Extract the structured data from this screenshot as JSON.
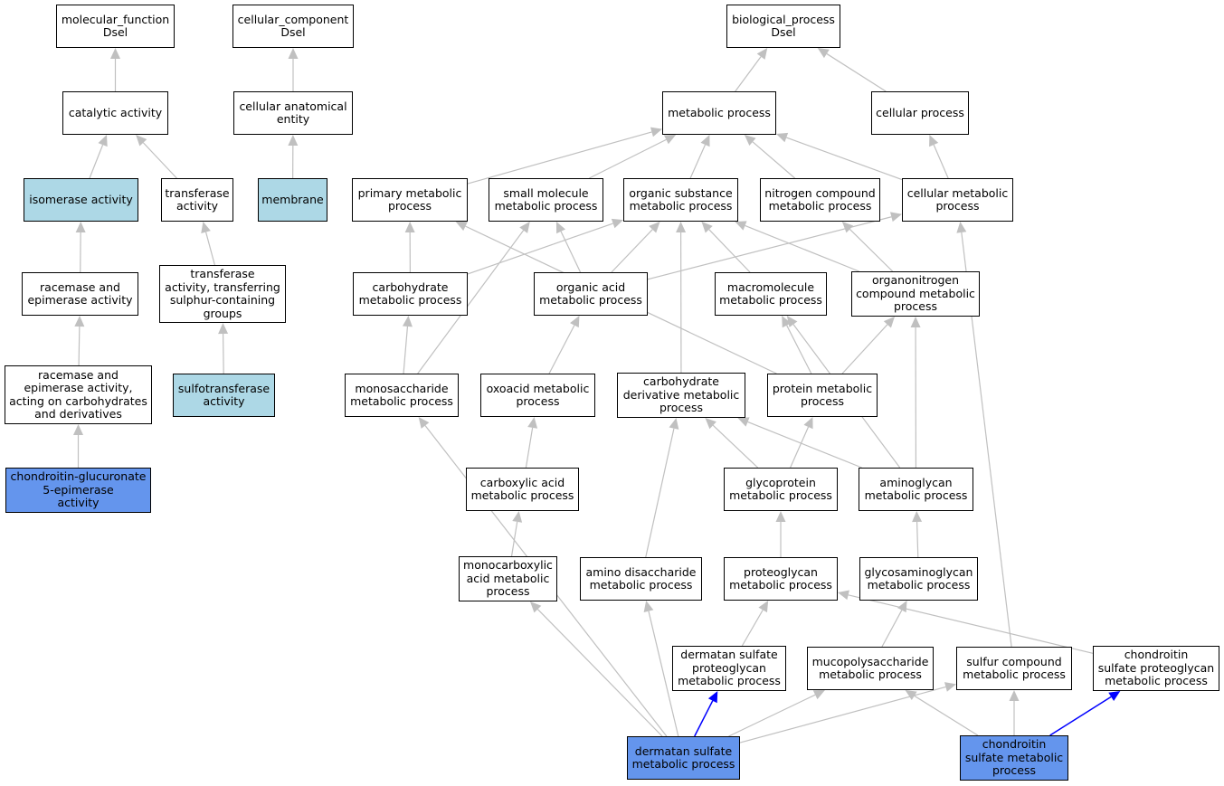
{
  "colors": {
    "edge": "#c0c0c0",
    "edge_highlight": "#0000ff",
    "node_default": "#ffffff",
    "node_light": "#add8e6",
    "node_highlight": "#6495ed"
  },
  "nodes": {
    "mf_root": {
      "label": "molecular_function\nDsel",
      "style": "default"
    },
    "cc_root": {
      "label": "cellular_component\nDsel",
      "style": "default"
    },
    "bp_root": {
      "label": "biological_process\nDsel",
      "style": "default"
    },
    "catalytic": {
      "label": "catalytic activity",
      "style": "default"
    },
    "cell_anat": {
      "label": "cellular anatomical\nentity",
      "style": "default"
    },
    "metabolic": {
      "label": "metabolic process",
      "style": "default"
    },
    "cellular_proc": {
      "label": "cellular process",
      "style": "default"
    },
    "isomerase": {
      "label": "isomerase activity",
      "style": "light"
    },
    "transferase": {
      "label": "transferase\nactivity",
      "style": "default"
    },
    "membrane": {
      "label": "membrane",
      "style": "light"
    },
    "primary_met": {
      "label": "primary metabolic\nprocess",
      "style": "default"
    },
    "small_mol": {
      "label": "small molecule\nmetabolic process",
      "style": "default"
    },
    "org_subst": {
      "label": "organic substance\nmetabolic process",
      "style": "default"
    },
    "nitrogen": {
      "label": "nitrogen compound\nmetabolic process",
      "style": "default"
    },
    "cellular_met": {
      "label": "cellular metabolic\nprocess",
      "style": "default"
    },
    "racemase": {
      "label": "racemase and\nepimerase activity",
      "style": "default"
    },
    "transf_sulphur": {
      "label": "transferase\nactivity, transferring\nsulphur-containing\ngroups",
      "style": "default"
    },
    "carb_met": {
      "label": "carbohydrate\nmetabolic process",
      "style": "default"
    },
    "org_acid": {
      "label": "organic acid\nmetabolic process",
      "style": "default"
    },
    "macromol": {
      "label": "macromolecule\nmetabolic process",
      "style": "default"
    },
    "organonitrogen": {
      "label": "organonitrogen\ncompound metabolic\nprocess",
      "style": "default"
    },
    "racemase_carb": {
      "label": "racemase and\nepimerase activity,\nacting on carbohydrates\nand derivatives",
      "style": "default"
    },
    "sulfotransferase": {
      "label": "sulfotransferase\nactivity",
      "style": "light"
    },
    "monosacch": {
      "label": "monosaccharide\nmetabolic process",
      "style": "default"
    },
    "oxoacid": {
      "label": "oxoacid metabolic\nprocess",
      "style": "default"
    },
    "carb_deriv": {
      "label": "carbohydrate\nderivative metabolic\nprocess",
      "style": "default"
    },
    "protein_met": {
      "label": "protein metabolic\nprocess",
      "style": "default"
    },
    "chondroitin_epimerase": {
      "label": "chondroitin-glucuronate\n5-epimerase\nactivity",
      "style": "highlight"
    },
    "carboxylic": {
      "label": "carboxylic acid\nmetabolic process",
      "style": "default"
    },
    "glycoprotein": {
      "label": "glycoprotein\nmetabolic process",
      "style": "default"
    },
    "aminoglycan": {
      "label": "aminoglycan\nmetabolic process",
      "style": "default"
    },
    "monocarboxylic": {
      "label": "monocarboxylic\nacid metabolic\nprocess",
      "style": "default"
    },
    "amino_disacch": {
      "label": "amino disaccharide\nmetabolic process",
      "style": "default"
    },
    "proteoglycan": {
      "label": "proteoglycan\nmetabolic process",
      "style": "default"
    },
    "gag": {
      "label": "glycosaminoglycan\nmetabolic process",
      "style": "default"
    },
    "dermatan_proteo": {
      "label": "dermatan sulfate\nproteoglycan\nmetabolic process",
      "style": "default"
    },
    "mucopoly": {
      "label": "mucopolysaccharide\nmetabolic process",
      "style": "default"
    },
    "sulfur": {
      "label": "sulfur compound\nmetabolic process",
      "style": "default"
    },
    "chondroitin_proteo": {
      "label": "chondroitin\nsulfate proteoglycan\nmetabolic process",
      "style": "default"
    },
    "dermatan": {
      "label": "dermatan sulfate\nmetabolic process",
      "style": "highlight"
    },
    "chondroitin": {
      "label": "chondroitin\nsulfate metabolic\nprocess",
      "style": "highlight"
    }
  },
  "edges": [
    {
      "from": "catalytic",
      "to": "mf_root",
      "highlight": false
    },
    {
      "from": "cell_anat",
      "to": "cc_root",
      "highlight": false
    },
    {
      "from": "metabolic",
      "to": "bp_root",
      "highlight": false
    },
    {
      "from": "cellular_proc",
      "to": "bp_root",
      "highlight": false
    },
    {
      "from": "isomerase",
      "to": "catalytic",
      "highlight": false
    },
    {
      "from": "transferase",
      "to": "catalytic",
      "highlight": false
    },
    {
      "from": "membrane",
      "to": "cell_anat",
      "highlight": false
    },
    {
      "from": "primary_met",
      "to": "metabolic",
      "highlight": false
    },
    {
      "from": "small_mol",
      "to": "metabolic",
      "highlight": false
    },
    {
      "from": "org_subst",
      "to": "metabolic",
      "highlight": false
    },
    {
      "from": "nitrogen",
      "to": "metabolic",
      "highlight": false
    },
    {
      "from": "cellular_met",
      "to": "metabolic",
      "highlight": false
    },
    {
      "from": "cellular_met",
      "to": "cellular_proc",
      "highlight": false
    },
    {
      "from": "racemase",
      "to": "isomerase",
      "highlight": false
    },
    {
      "from": "transf_sulphur",
      "to": "transferase",
      "highlight": false
    },
    {
      "from": "carb_met",
      "to": "primary_met",
      "highlight": false
    },
    {
      "from": "carb_met",
      "to": "org_subst",
      "highlight": false
    },
    {
      "from": "org_acid",
      "to": "org_subst",
      "highlight": false
    },
    {
      "from": "org_acid",
      "to": "small_mol",
      "highlight": false
    },
    {
      "from": "org_acid",
      "to": "cellular_met",
      "highlight": false
    },
    {
      "from": "macromol",
      "to": "org_subst",
      "highlight": false
    },
    {
      "from": "organonitrogen",
      "to": "org_subst",
      "highlight": false
    },
    {
      "from": "organonitrogen",
      "to": "nitrogen",
      "highlight": false
    },
    {
      "from": "racemase_carb",
      "to": "racemase",
      "highlight": false
    },
    {
      "from": "sulfotransferase",
      "to": "transf_sulphur",
      "highlight": false
    },
    {
      "from": "monosacch",
      "to": "carb_met",
      "highlight": false
    },
    {
      "from": "monosacch",
      "to": "small_mol",
      "highlight": false
    },
    {
      "from": "oxoacid",
      "to": "org_acid",
      "highlight": false
    },
    {
      "from": "carb_deriv",
      "to": "org_subst",
      "highlight": false
    },
    {
      "from": "protein_met",
      "to": "macromol",
      "highlight": false
    },
    {
      "from": "protein_met",
      "to": "organonitrogen",
      "highlight": false
    },
    {
      "from": "protein_met",
      "to": "primary_met",
      "highlight": false
    },
    {
      "from": "chondroitin_epimerase",
      "to": "racemase_carb",
      "highlight": false
    },
    {
      "from": "carboxylic",
      "to": "oxoacid",
      "highlight": false
    },
    {
      "from": "glycoprotein",
      "to": "carb_deriv",
      "highlight": false
    },
    {
      "from": "glycoprotein",
      "to": "protein_met",
      "highlight": false
    },
    {
      "from": "aminoglycan",
      "to": "carb_deriv",
      "highlight": false
    },
    {
      "from": "aminoglycan",
      "to": "macromol",
      "highlight": false
    },
    {
      "from": "aminoglycan",
      "to": "organonitrogen",
      "highlight": false
    },
    {
      "from": "monocarboxylic",
      "to": "carboxylic",
      "highlight": false
    },
    {
      "from": "amino_disacch",
      "to": "carb_deriv",
      "highlight": false
    },
    {
      "from": "proteoglycan",
      "to": "glycoprotein",
      "highlight": false
    },
    {
      "from": "gag",
      "to": "aminoglycan",
      "highlight": false
    },
    {
      "from": "dermatan_proteo",
      "to": "proteoglycan",
      "highlight": false
    },
    {
      "from": "mucopoly",
      "to": "gag",
      "highlight": false
    },
    {
      "from": "sulfur",
      "to": "cellular_met",
      "highlight": false
    },
    {
      "from": "chondroitin_proteo",
      "to": "proteoglycan",
      "highlight": false
    },
    {
      "from": "dermatan",
      "to": "dermatan_proteo",
      "highlight": true
    },
    {
      "from": "dermatan",
      "to": "mucopoly",
      "highlight": false
    },
    {
      "from": "dermatan",
      "to": "sulfur",
      "highlight": false
    },
    {
      "from": "dermatan",
      "to": "monosacch",
      "highlight": false
    },
    {
      "from": "dermatan",
      "to": "monocarboxylic",
      "highlight": false
    },
    {
      "from": "dermatan",
      "to": "amino_disacch",
      "highlight": false
    },
    {
      "from": "chondroitin",
      "to": "mucopoly",
      "highlight": false
    },
    {
      "from": "chondroitin",
      "to": "sulfur",
      "highlight": false
    },
    {
      "from": "chondroitin",
      "to": "chondroitin_proteo",
      "highlight": true
    }
  ]
}
